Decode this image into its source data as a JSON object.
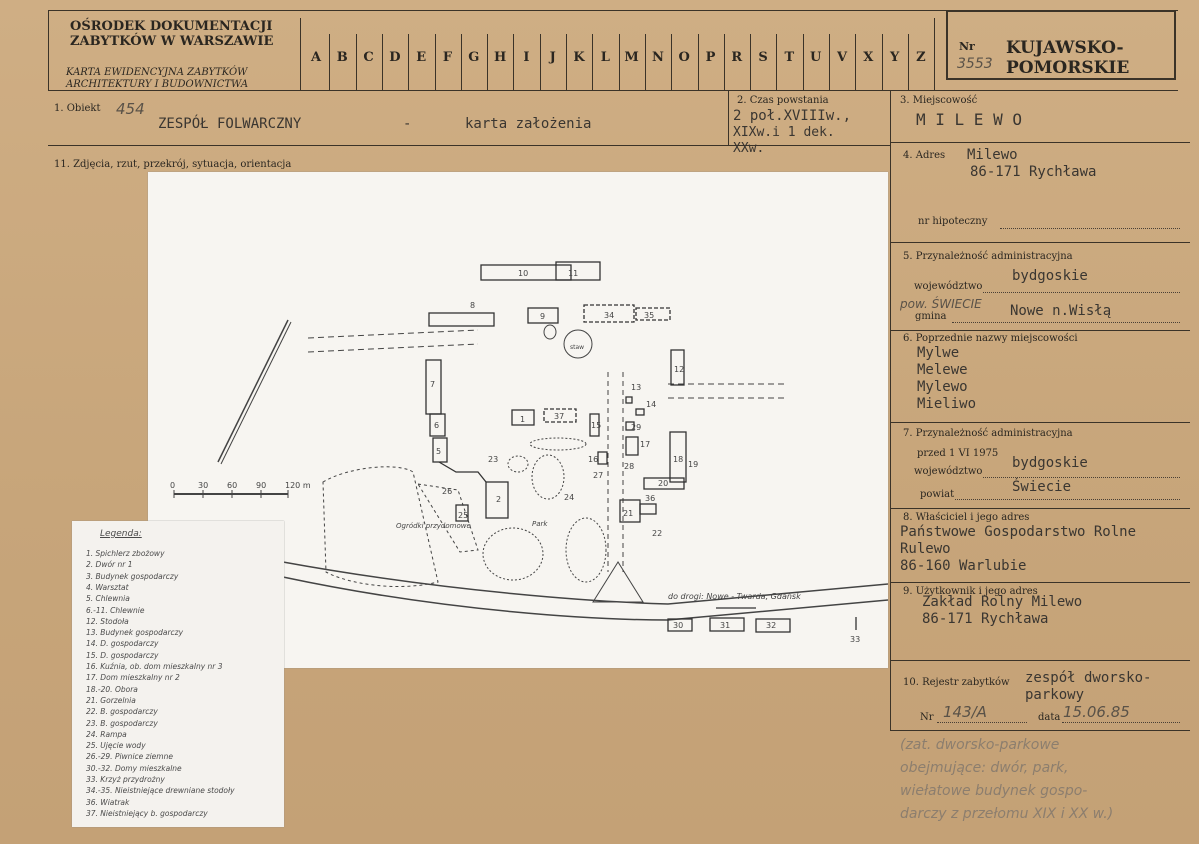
{
  "header": {
    "org_line1": "OŚRODEK DOKUMENTACJI",
    "org_line2": "ZABYTKÓW W WARSZAWIE",
    "card_line1": "KARTA EWIDENCYJNA ZABYTKÓW",
    "card_line2": "ARCHITEKTURY I BUDOWNICTWA",
    "alphabet": [
      "A",
      "B",
      "C",
      "D",
      "E",
      "F",
      "G",
      "H",
      "I",
      "J",
      "K",
      "L",
      "M",
      "N",
      "O",
      "P",
      "R",
      "S",
      "T",
      "U",
      "V",
      "X",
      "Y",
      "Z"
    ],
    "nr_label": "Nr",
    "nr_value": "3553",
    "region_line1": "KUJAWSKO-",
    "region_line2": "POMORSKIE"
  },
  "fields": {
    "obiekt_label": "1. Obiekt",
    "obiekt_number": "454",
    "obiekt_value_a": "ZESPÓŁ  FOLWARCZNY",
    "obiekt_value_dash": "-",
    "obiekt_value_b": "karta założenia",
    "czas_label": "2. Czas powstania",
    "czas_line1": "2 poł.XVIIIw.,",
    "czas_line2": "XIXw.i 1 dek.",
    "czas_line3": "XXw.",
    "miejscowosc_label": "3. Miejscowość",
    "miejscowosc_value": "M I L E W O",
    "zdjecia_label": "11. Zdjęcia, rzut, przekrój, sytuacja, orientacja",
    "adres_label": "4. Adres",
    "adres_line1": "Milewo",
    "adres_line2": "86-171 Rychława",
    "hipoteczny_label": "nr hipoteczny",
    "przyn_label": "5. Przynależność administracyjna",
    "woj_label": "województwo",
    "woj_value": "bydgoskie",
    "pow_hand": "pow. ŚWIECIE",
    "gmina_label": "gmina",
    "gmina_value": "Nowe n.Wisłą",
    "poprz_label": "6. Poprzednie nazwy miejscowości",
    "poprz_names": [
      "Mylwe",
      "Melewe",
      "Mylewo",
      "Mieliwo"
    ],
    "przyn2_label": "7. Przynależność administracyjna",
    "przed_label": "przed 1 VI 1975",
    "woj2_label": "województwo",
    "woj2_value": "bydgoskie",
    "powiat_label": "powiat",
    "powiat_value": "Świecie",
    "wlasc_label": "8. Właściciel i jego adres",
    "wlasc_line1": "Państwowe Gospodarstwo Rolne",
    "wlasc_line2": "Rulewo",
    "wlasc_line3": "86-160 Warlubie",
    "uzytk_label": "9. Użytkownik i jego adres",
    "uzytk_line1": "Zakład Rolny Milewo",
    "uzytk_line2": "86-171 Rychława",
    "rejestr_label": "10. Rejestr zabytków",
    "rejestr_line1": "zespół dworsko-",
    "rejestr_line2": "parkowy",
    "rejestr_nr_label": "Nr",
    "rejestr_nr_value": "143/A",
    "data_label": "data",
    "data_value": "15.06.85",
    "hand_note": [
      "(zat. dworsko-parkowe",
      "obejmujące: dwór, park,",
      "wiełatowe budynek gospo-",
      "darczy z przełomu XIX i XX w.)"
    ]
  },
  "map": {
    "buildings": [
      "10",
      "11",
      "8",
      "9",
      "34",
      "35",
      "7",
      "6",
      "5",
      "1",
      "37",
      "15",
      "12",
      "18",
      "13",
      "14",
      "29",
      "16",
      "17",
      "28",
      "23",
      "27",
      "24",
      "2",
      "25",
      "26",
      "19",
      "20",
      "21",
      "22",
      "36",
      "30",
      "31",
      "32",
      "33"
    ],
    "pond": "staw",
    "orchard": "Ogródki przydomowe",
    "park": "Park",
    "road_label": "do drogi: Nowe - Twarda, Gdańsk",
    "scale_ticks": [
      "0",
      "30",
      "60",
      "90",
      "120 m"
    ]
  },
  "legend": {
    "title": "Legenda:",
    "items": [
      "1. Spichlerz zbożowy",
      "2. Dwór nr 1",
      "3. Budynek gospodarczy",
      "4. Warsztat",
      "5. Chlewnia",
      "6.-11. Chlewnie",
      "12. Stodoła",
      "13. Budynek gospodarczy",
      "14. D. gospodarczy",
      "15. D. gospodarczy",
      "16. Kuźnia, ob. dom mieszkalny nr 3",
      "17. Dom mieszkalny nr 2",
      "18.-20. Obora",
      "21. Gorzelnia",
      "22. B. gospodarczy",
      "23. B. gospodarczy",
      "24. Rampa",
      "25. Ujęcie wody",
      "26.-29. Piwnice ziemne",
      "30.-32. Domy mieszkalne",
      "33. Krzyż przydrożny",
      "34.-35. Nieistniejące drewniane stodoły",
      "36. Wiatrak",
      "37. Nieistniejący b. gospodarczy"
    ]
  }
}
